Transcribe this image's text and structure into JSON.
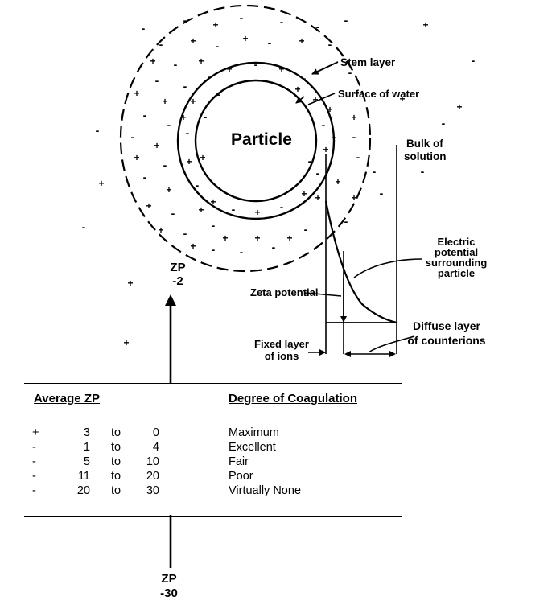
{
  "labels": {
    "particle": "Particle",
    "stern_layer": "Stem layer",
    "surface_of_water": "Surface of water",
    "bulk_of_solution": [
      "Bulk of",
      "solution"
    ],
    "electric_potential": [
      "Electric",
      "potential",
      "surrounding",
      "particle"
    ],
    "zeta_potential": "Zeta potential",
    "fixed_layer": [
      "Fixed layer",
      "of ions"
    ],
    "diffuse_layer": [
      "Diffuse layer",
      "of counterions"
    ],
    "zp_top": [
      "ZP",
      "-2"
    ],
    "zp_bottom": [
      "ZP",
      "-30"
    ]
  },
  "ion_signs": {
    "plus": "+",
    "minus": "-"
  },
  "table": {
    "header_zp": "Average ZP",
    "header_degree": "Degree of Coagulation",
    "rows": [
      {
        "sign": "+",
        "from": "3",
        "to": "to",
        "end": "0",
        "degree": "Maximum"
      },
      {
        "sign": "-",
        "from": "1",
        "to": "to",
        "end": "4",
        "degree": "Excellent"
      },
      {
        "sign": "-",
        "from": "5",
        "to": "to",
        "end": "10",
        "degree": "Fair"
      },
      {
        "sign": "-",
        "from": "11",
        "to": "to",
        "end": "20",
        "degree": "Poor"
      },
      {
        "sign": "-",
        "from": "20",
        "to": "to",
        "end": "30",
        "degree": "Virtually None"
      }
    ]
  }
}
